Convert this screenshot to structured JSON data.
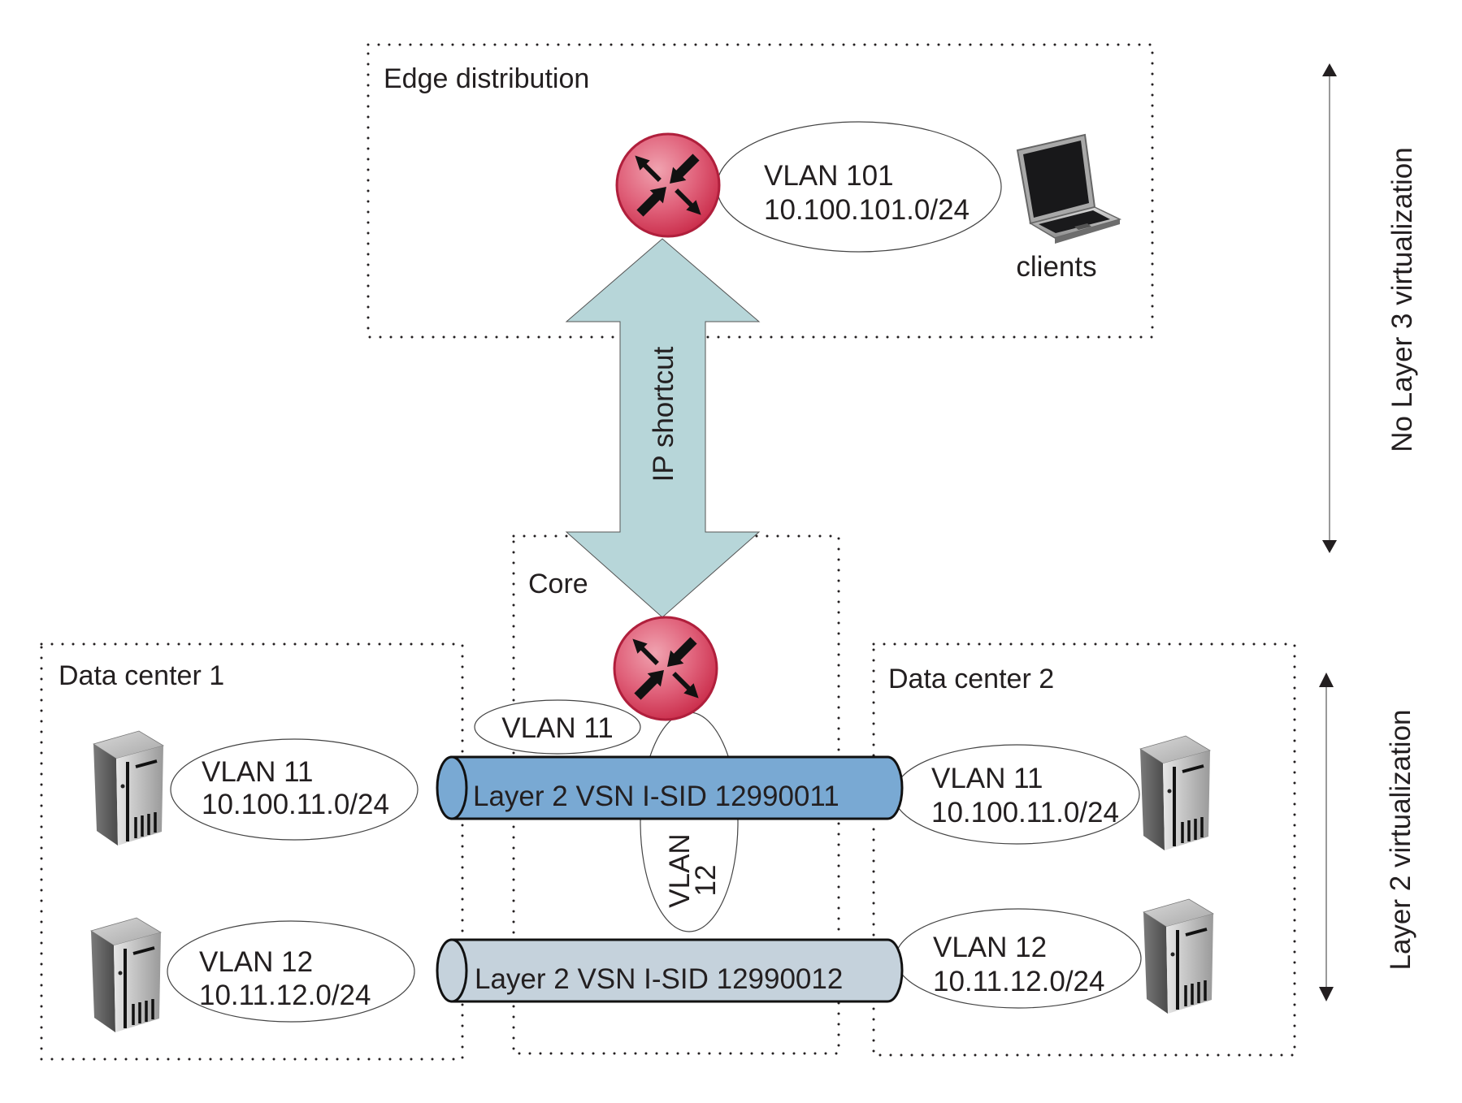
{
  "diagram": {
    "zones": {
      "edge": {
        "title": "Edge distribution"
      },
      "core": {
        "title": "Core"
      },
      "dc1": {
        "title": "Data center 1"
      },
      "dc2": {
        "title": "Data center 2"
      }
    },
    "edge_vlan": {
      "name": "VLAN 101",
      "subnet": "10.100.101.0/24"
    },
    "clients_label": "clients",
    "ip_shortcut_label": "IP shortcut",
    "core_vlan11_label": "VLAN 11",
    "core_vlan12_label": {
      "line1": "VLAN",
      "line2": "12"
    },
    "tubes": [
      {
        "label": "Layer 2 VSN I-SID 12990011",
        "color": "#79a9d3"
      },
      {
        "label": "Layer 2 VSN I-SID 12990012",
        "color": "#c5d2dc"
      }
    ],
    "dc1_vlans": [
      {
        "name": "VLAN 11",
        "subnet": "10.100.11.0/24"
      },
      {
        "name": "VLAN 12",
        "subnet": "10.11.12.0/24"
      }
    ],
    "dc2_vlans": [
      {
        "name": "VLAN 11",
        "subnet": "10.100.11.0/24"
      },
      {
        "name": "VLAN 12",
        "subnet": "10.11.12.0/24"
      }
    ],
    "side_labels": {
      "top": "No Layer 3 virtualization",
      "bottom": "Layer 2 virtualization"
    },
    "colors": {
      "router": "#d9485f",
      "ip_shortcut_arrow": "#b7d6d9",
      "text": "#231f20"
    }
  }
}
